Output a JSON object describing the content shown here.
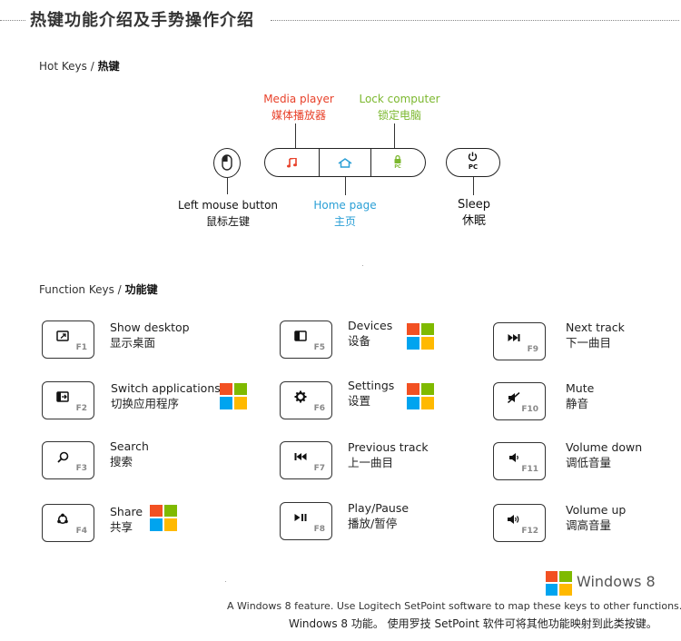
{
  "header": {
    "title": "热键功能介绍及手势操作介绍"
  },
  "hot_keys": {
    "section_label_en": "Hot Keys /",
    "section_label_cn": "热键",
    "media_player": {
      "en": "Media player",
      "cn": "媒体播放器",
      "color": "#e8412a"
    },
    "lock_computer": {
      "en": "Lock computer",
      "cn": "锁定电脑",
      "color": "#7cb82f",
      "key_text": "PC"
    },
    "home_page": {
      "en": "Home page",
      "cn": "主页",
      "color": "#2a9fd6"
    },
    "left_mouse": {
      "en": "Left mouse button",
      "cn": "鼠标左键"
    },
    "sleep": {
      "en": "Sleep",
      "cn": "休眠",
      "key_text": "PC"
    }
  },
  "function_keys": {
    "section_label_en": "Function Keys /",
    "section_label_cn": "功能键",
    "keys": [
      {
        "fn": "F1",
        "en": "Show desktop",
        "cn": "显示桌面",
        "icon": "show-desktop-icon"
      },
      {
        "fn": "F2",
        "en": "Switch applications",
        "cn": "切换应用程序",
        "icon": "switch-apps-icon",
        "win8": true
      },
      {
        "fn": "F3",
        "en": "Search",
        "cn": "搜索",
        "icon": "search-icon"
      },
      {
        "fn": "F4",
        "en": "Share",
        "cn": "共享",
        "icon": "share-icon",
        "win8": true
      },
      {
        "fn": "F5",
        "en": "Devices",
        "cn": "设备",
        "icon": "devices-icon",
        "win8": true
      },
      {
        "fn": "F6",
        "en": "Settings",
        "cn": "设置",
        "icon": "gear-icon",
        "win8": true
      },
      {
        "fn": "F7",
        "en": "Previous track",
        "cn": "上一曲目",
        "icon": "previous-track-icon"
      },
      {
        "fn": "F8",
        "en": "Play/Pause",
        "cn": "播放/暂停",
        "icon": "play-pause-icon"
      },
      {
        "fn": "F9",
        "en": "Next track",
        "cn": "下一曲目",
        "icon": "next-track-icon"
      },
      {
        "fn": "F10",
        "en": "Mute",
        "cn": "静音",
        "icon": "mute-icon"
      },
      {
        "fn": "F11",
        "en": "Volume down",
        "cn": "调低音量",
        "icon": "volume-down-icon"
      },
      {
        "fn": "F12",
        "en": "Volume up",
        "cn": "调高音量",
        "icon": "volume-up-icon"
      }
    ]
  },
  "windows8": {
    "logo_text": "Windows 8",
    "colors": {
      "red": "#f25022",
      "green": "#7fba00",
      "blue": "#00a4ef",
      "yellow": "#ffb900"
    }
  },
  "footer": {
    "note_en": "A Windows 8 feature. Use Logitech SetPoint  software to map these  keys to other functions.",
    "note_cn": "Windows 8 功能。 使用罗技 SetPoint 软件可将其他功能映射到此类按键。"
  }
}
